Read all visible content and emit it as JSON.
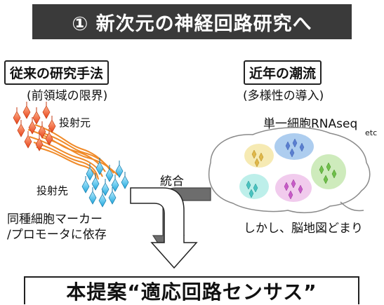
{
  "title": "① 新次元の神経回路研究へ",
  "left": {
    "heading": "従来の研究手法",
    "subheading": "(前領域の限界)",
    "source_label": "投射元",
    "target_label": "投射先",
    "marker_line1": "同種細胞マーカー",
    "marker_line2": "/プロモータに依存"
  },
  "right": {
    "heading": "近年の潮流",
    "subheading": "(多様性の導入)",
    "rnaseq_label": "単一細胞RNAseq",
    "etc_label": "etc",
    "atlas_label": "しかし、脳地図どまり"
  },
  "merge_label": "統合",
  "proposal": "本提案“適応回路センサス”",
  "colors": {
    "banner": "#3a3a3a",
    "source_cells": "#f15a29",
    "target_cells": "#29abe2",
    "arrow_gray": "#6d6d6d"
  }
}
